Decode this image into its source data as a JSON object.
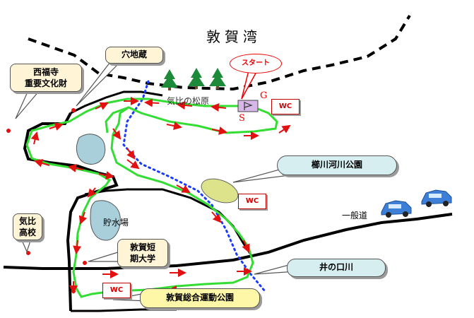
{
  "map": {
    "bay_label": "敦賀湾",
    "pine_label": "気比の松原",
    "pond_label": "貯水場",
    "start_label": "スタート",
    "g_label": "G",
    "s_label": "S",
    "road_label": "一般道",
    "landmarks": {
      "anajizo": "穴地蔵",
      "saifukuji_line1": "西福寺",
      "saifukuji_line2": "重要文化財",
      "kehi_hs_line1": "気比",
      "kehi_hs_line2": "高校",
      "junior_college_line1": "敦賀短",
      "junior_college_line2": "期大学",
      "kushikawa_park": "櫛川河川公園",
      "inokuchi_river": "井の口川",
      "sports_park": "敦賀総合運動公園"
    },
    "toilets": [
      "WC",
      "WC",
      "WC"
    ],
    "colors": {
      "course": "#33dd33",
      "arrows": "#e31010",
      "river": "#1a3bff",
      "water": "#a9cfdb",
      "field": "#dde38a",
      "callout_blue": "#d6eef0",
      "callout_yellow": "#fff7a8",
      "callout_cream": "#fff4d6",
      "start_bubble": "#ee0000"
    },
    "icons": [
      "pine-tree-icon",
      "car-icon",
      "toilet-icon"
    ]
  }
}
